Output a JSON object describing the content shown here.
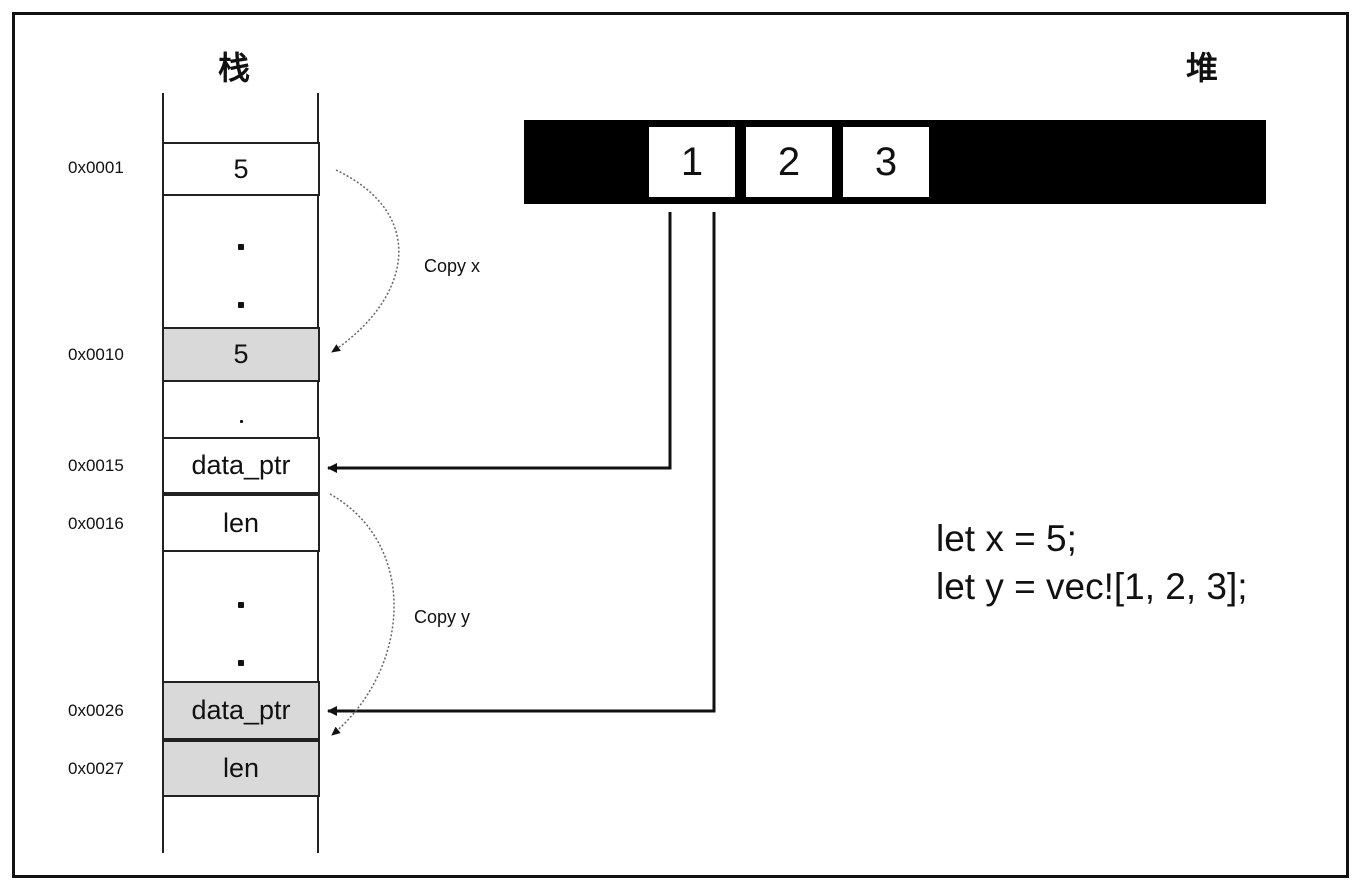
{
  "stack": {
    "title": "栈",
    "cells": [
      {
        "address": "0x0001",
        "value": "5"
      },
      {
        "address": "0x0010",
        "value": "5"
      },
      {
        "address": "0x0015",
        "value": "data_ptr"
      },
      {
        "address": "0x0016",
        "value": "len"
      },
      {
        "address": "0x0026",
        "value": "data_ptr"
      },
      {
        "address": "0x0027",
        "value": "len"
      }
    ]
  },
  "heap": {
    "title": "堆",
    "values": [
      "1",
      "2",
      "3"
    ]
  },
  "annotations": {
    "copy_x": "Copy x",
    "copy_y": "Copy y"
  },
  "code": {
    "line1": "let x = 5;",
    "line2": "let y = vec![1, 2, 3];"
  },
  "colors": {
    "copied_cell": "#d9d9d9",
    "heap_bar": "#000000"
  }
}
